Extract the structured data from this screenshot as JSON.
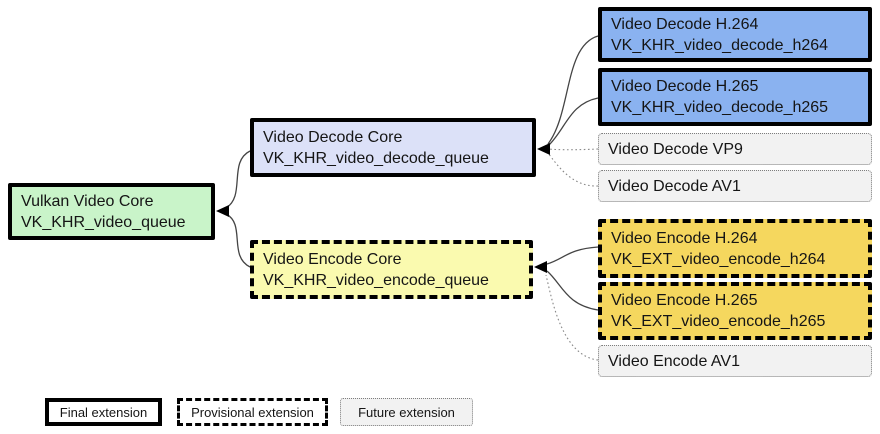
{
  "diagram": {
    "background_color": "#ffffff",
    "nodes": [
      {
        "id": "vulkan-core",
        "line1": "Vulkan Video Core",
        "line2": "VK_KHR_video_queue",
        "color": "#c9f4c9",
        "border_style": "solid"
      },
      {
        "id": "decode-core",
        "line1": "Video Decode Core",
        "line2": "VK_KHR_video_decode_queue",
        "color": "#dce1f8",
        "border_style": "solid"
      },
      {
        "id": "encode-core",
        "line1": "Video Encode Core",
        "line2": "VK_KHR_video_encode_queue",
        "color": "#fafaaf",
        "border_style": "dashed"
      },
      {
        "id": "decode-h264",
        "line1": "Video Decode H.264",
        "line2": "VK_KHR_video_decode_h264",
        "color": "#8ab2f0",
        "border_style": "solid"
      },
      {
        "id": "decode-h265",
        "line1": "Video Decode H.265",
        "line2": "VK_KHR_video_decode_h265",
        "color": "#8ab2f0",
        "border_style": "solid"
      },
      {
        "id": "decode-vp9",
        "line1": "Video Decode VP9",
        "color": "#f2f2f2",
        "border_style": "dotted"
      },
      {
        "id": "decode-av1",
        "line1": "Video Decode AV1",
        "color": "#f2f2f2",
        "border_style": "dotted"
      },
      {
        "id": "encode-h264",
        "line1": "Video Encode H.264",
        "line2": "VK_EXT_video_encode_h264",
        "color": "#f5d75e",
        "border_style": "dashed"
      },
      {
        "id": "encode-h265",
        "line1": "Video Encode H.265",
        "line2": "VK_EXT_video_encode_h265",
        "color": "#f5d75e",
        "border_style": "dashed"
      },
      {
        "id": "encode-av1",
        "line1": "Video Encode AV1",
        "color": "#f2f2f2",
        "border_style": "dotted"
      }
    ],
    "legend": [
      {
        "label": "Final extension",
        "border_style": "solid"
      },
      {
        "label": "Provisional extension",
        "border_style": "dashed"
      },
      {
        "label": "Future extension",
        "border_style": "dotted"
      }
    ],
    "connector_color": "#444444",
    "arrowhead_color": "#000000"
  }
}
